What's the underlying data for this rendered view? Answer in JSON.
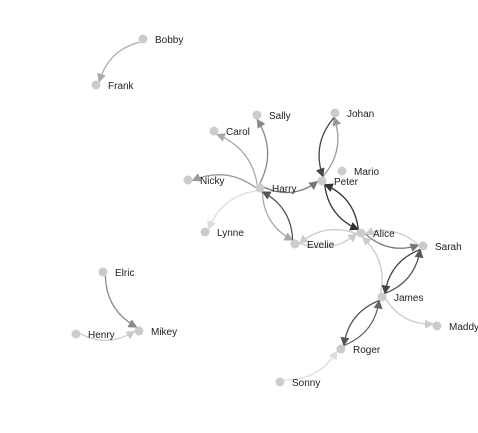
{
  "graph": {
    "nodes": [
      {
        "id": "Bobby"
      },
      {
        "id": "Frank"
      },
      {
        "id": "Sally"
      },
      {
        "id": "Carol"
      },
      {
        "id": "Johan"
      },
      {
        "id": "Nicky"
      },
      {
        "id": "Harry"
      },
      {
        "id": "Mario"
      },
      {
        "id": "Peter"
      },
      {
        "id": "Lynne"
      },
      {
        "id": "Alice"
      },
      {
        "id": "Evelie"
      },
      {
        "id": "Sarah"
      },
      {
        "id": "Elric"
      },
      {
        "id": "James"
      },
      {
        "id": "Maddy"
      },
      {
        "id": "Henry"
      },
      {
        "id": "Mikey"
      },
      {
        "id": "Roger"
      },
      {
        "id": "Sonny"
      }
    ],
    "edges": [
      {
        "from": "Bobby",
        "to": "Frank",
        "color": "#aaaaaa"
      },
      {
        "from": "Harry",
        "to": "Nicky",
        "color": "#999999"
      },
      {
        "from": "Harry",
        "to": "Carol",
        "color": "#aaaaaa"
      },
      {
        "from": "Harry",
        "to": "Sally",
        "color": "#888888"
      },
      {
        "from": "Harry",
        "to": "Lynne",
        "color": "#dddddd"
      },
      {
        "from": "Harry",
        "to": "Peter",
        "color": "#777777"
      },
      {
        "from": "Harry",
        "to": "Evelie",
        "color": "#aaaaaa"
      },
      {
        "from": "Evelie",
        "to": "Harry",
        "color": "#555555"
      },
      {
        "from": "Peter",
        "to": "Johan",
        "color": "#999999"
      },
      {
        "from": "Johan",
        "to": "Peter",
        "color": "#444444"
      },
      {
        "from": "Alice",
        "to": "Peter",
        "color": "#333333"
      },
      {
        "from": "Peter",
        "to": "Alice",
        "color": "#333333"
      },
      {
        "from": "Alice",
        "to": "Evelie",
        "color": "#cccccc"
      },
      {
        "from": "Evelie",
        "to": "Alice",
        "color": "#cccccc"
      },
      {
        "from": "Alice",
        "to": "Sarah",
        "color": "#777777"
      },
      {
        "from": "Sarah",
        "to": "Alice",
        "color": "#cccccc"
      },
      {
        "from": "James",
        "to": "Alice",
        "color": "#cccccc"
      },
      {
        "from": "Sarah",
        "to": "James",
        "color": "#444444"
      },
      {
        "from": "James",
        "to": "Sarah",
        "color": "#555555"
      },
      {
        "from": "James",
        "to": "Maddy",
        "color": "#cccccc"
      },
      {
        "from": "Roger",
        "to": "James",
        "color": "#666666"
      },
      {
        "from": "James",
        "to": "Roger",
        "color": "#555555"
      },
      {
        "from": "Sonny",
        "to": "Roger",
        "color": "#dddddd"
      },
      {
        "from": "Elric",
        "to": "Mikey",
        "color": "#888888"
      },
      {
        "from": "Henry",
        "to": "Mikey",
        "color": "#cccccc"
      }
    ]
  }
}
